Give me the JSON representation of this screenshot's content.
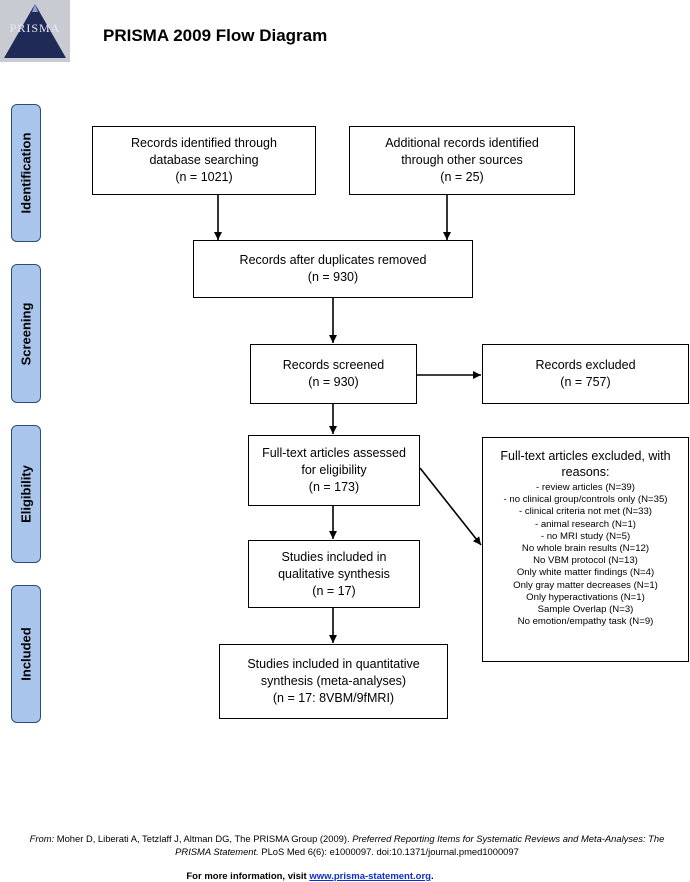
{
  "logo": {
    "text": "PRISMA"
  },
  "title": "PRISMA 2009 Flow Diagram",
  "stages": {
    "identification": "Identification",
    "screening": "Screening",
    "eligibility": "Eligibility",
    "included": "Included"
  },
  "boxes": {
    "database": [
      "Records identified through",
      "database searching",
      "(n = 1021)"
    ],
    "other": [
      "Additional records identified",
      "through other sources",
      "(n = 25)"
    ],
    "dedup": [
      "Records after duplicates removed",
      "(n = 930)"
    ],
    "screened": [
      "Records screened",
      "(n = 930)"
    ],
    "excluded": [
      "Records excluded",
      "(n = 757)"
    ],
    "fulltext": [
      "Full-text articles assessed",
      "for eligibility",
      "(n = 173)"
    ],
    "qualitative": [
      "Studies included in",
      "qualitative synthesis",
      "(n = 17)"
    ],
    "quantitative": [
      "Studies included in quantitative",
      "synthesis (meta-analyses)",
      "(n = 17: 8VBM/9fMRI)"
    ]
  },
  "fulltext_excluded": {
    "heading": [
      "Full-text articles excluded, with",
      "reasons:"
    ],
    "reasons": [
      "- review articles (N=39)",
      "- no clinical group/controls only (N=35)",
      "- clinical criteria not met (N=33)",
      "- animal research (N=1)",
      "- no MRI study (N=5)",
      "No whole brain results (N=12)",
      "No VBM protocol (N=13)",
      "Only white matter findings (N=4)",
      "Only gray matter decreases (N=1)",
      "Only hyperactivations (N=1)",
      "Sample Overlap (N=3)",
      "No emotion/empathy task (N=9)"
    ]
  },
  "citation": {
    "from": "From:",
    "text1": " Moher D, Liberati A, Tetzlaff J, Altman DG, The PRISMA Group (2009). ",
    "title": "Preferred Reporting Items for Systematic Reviews and Meta-Analyses: The PRISMA Statement.",
    "text2": " PLoS Med 6(6): e1000097. doi:10.1371/journal.pmed1000097"
  },
  "footer": {
    "prefix": "For more information, visit ",
    "link": "www.prisma-statement.org",
    "suffix": "."
  },
  "colors": {
    "stage_fill": "#a9c5ec",
    "stage_border": "#2c4d79",
    "link": "#0b2fd1",
    "logo_bg": "#c9cbd3"
  }
}
